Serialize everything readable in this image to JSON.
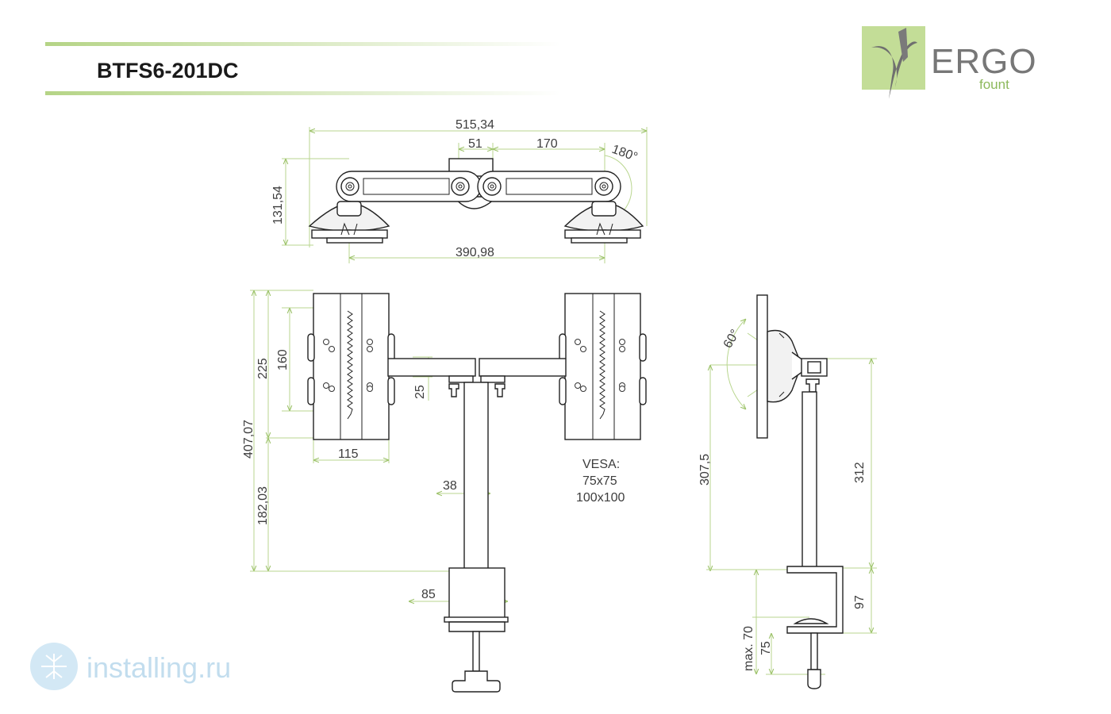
{
  "header": {
    "model": "BTFS6-201DC"
  },
  "logo": {
    "brand": "ERGO",
    "sub": "fount"
  },
  "watermark": {
    "site": "installing.ru"
  },
  "top_view": {
    "overall_width": "515,34",
    "center_width": "51",
    "arm_length": "170",
    "rotation": "180°",
    "height": "131,54",
    "mount_spacing": "390,98"
  },
  "front_view": {
    "overall_height": "407,07",
    "screen_height": "225",
    "vesa_vertical": "160",
    "vesa_horizontal": "115",
    "arm_thickness": "25",
    "pole_width": "38",
    "clamp_width": "85",
    "pole_height": "182,03",
    "vesa_title": "VESA:",
    "vesa_small": "75x75",
    "vesa_large": "100x100"
  },
  "side_view": {
    "tilt": "60°",
    "height_left": "307,5",
    "height_right": "312",
    "clamp_height": "97",
    "max_label": "max. 70",
    "clamp_gap": "75"
  },
  "colors": {
    "dimension_line": "#b9d68f",
    "header_rule": "#b5d486",
    "logo_bg": "#c3dd97",
    "line_art": "#222222"
  }
}
